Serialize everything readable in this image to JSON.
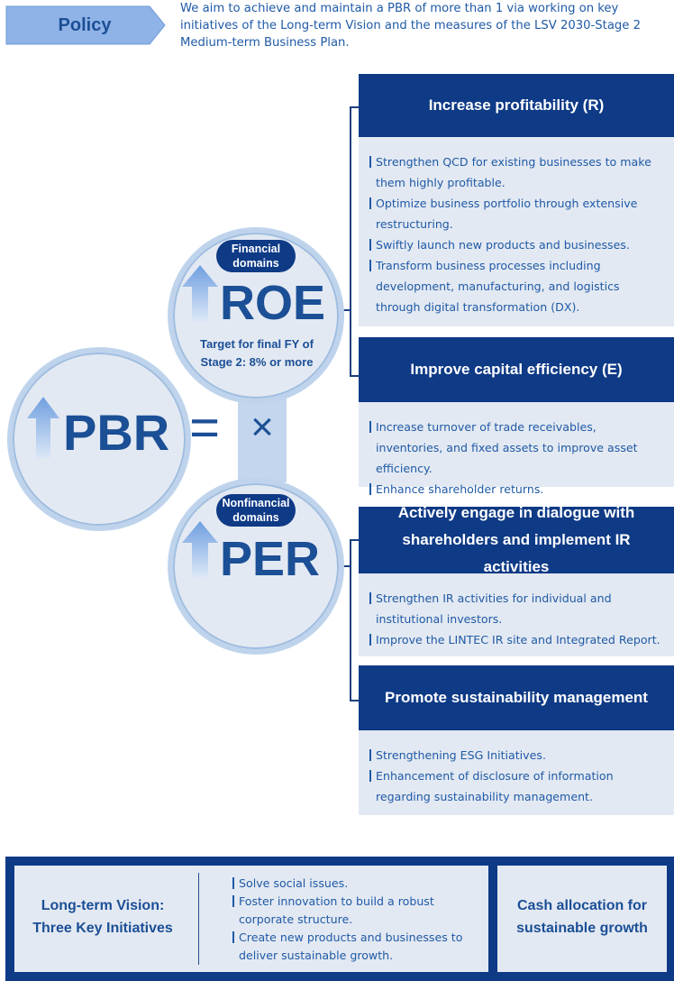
{
  "policy": {
    "label": "Policy",
    "text": "We aim to achieve and maintain a PBR of more than 1 via working on key initiatives of the Long-term Vision and the measures of the LSV 2030-Stage 2 Medium-term Business Plan."
  },
  "pbr": {
    "label": "PBR",
    "equals": "=",
    "times": "×"
  },
  "roe": {
    "domain": "Financial domains",
    "label": "ROE",
    "target": "Target for final FY of Stage 2: 8% or more"
  },
  "per": {
    "domain": "Nonfinancial domains",
    "label": "PER"
  },
  "sections": [
    {
      "title": "Increase profitability (R)",
      "bullets": [
        "Strengthen QCD for existing businesses to make them highly profitable.",
        "Optimize business portfolio through extensive restructuring.",
        "Swiftly launch new products and businesses.",
        "Transform business processes including development, manufacturing, and logistics through digital transformation (DX)."
      ]
    },
    {
      "title": "Improve capital efficiency (E)",
      "bullets": [
        "Increase turnover of trade receivables, inventories, and fixed assets to improve asset efficiency.",
        "Enhance shareholder returns."
      ]
    },
    {
      "title": "Actively engage in dialogue with shareholders and implement IR activities",
      "bullets": [
        "Strengthen IR activities for individual and institutional investors.",
        "Improve the LINTEC IR site and Integrated Report."
      ]
    },
    {
      "title": "Promote sustainability management",
      "bullets": [
        "Strengthening ESG Initiatives.",
        "Enhancement of disclosure of information regarding sustainability management."
      ]
    }
  ],
  "banner": {
    "vision_title": "Long-term Vision: Three Key Initiatives",
    "vision_bullets": [
      "Solve social issues.",
      "Foster innovation to build a robust corporate structure.",
      "Create new products and businesses to deliver sustainable growth."
    ],
    "cash_title": "Cash allocation for sustainable growth"
  },
  "colors": {
    "navy": "#0e3a86",
    "text_blue": "#1f5aa6",
    "panel": "#e3e9f2",
    "arrow": "#8fb3e6"
  }
}
